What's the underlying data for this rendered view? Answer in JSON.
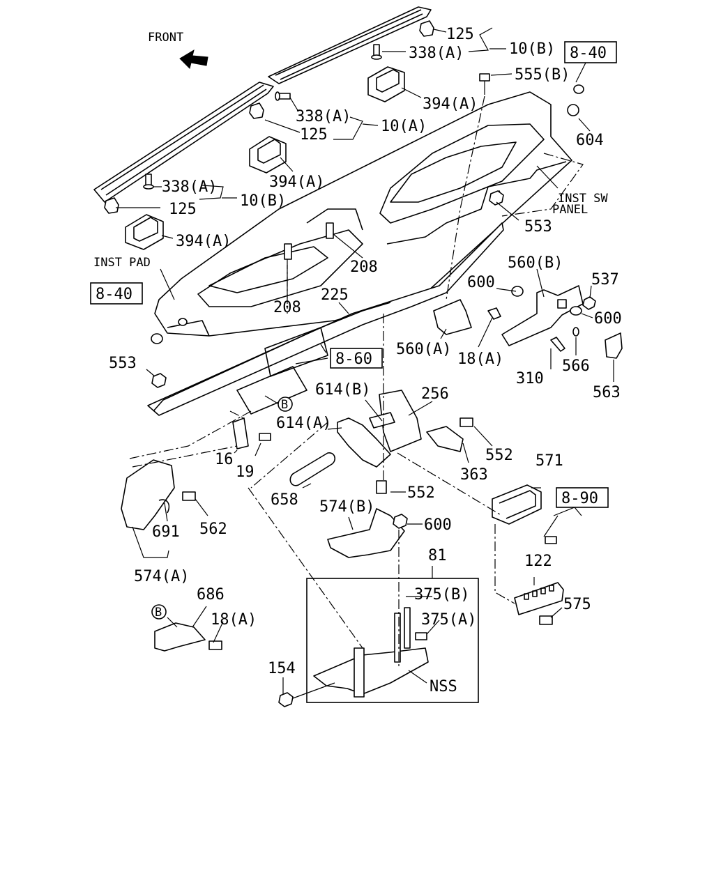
{
  "front_label": "FRONT",
  "refs": {
    "r840a": "8-40",
    "r840b": "8-40",
    "r860": "8-60",
    "r890": "8-90"
  },
  "circle_b": "B",
  "labels": {
    "l125a": "125",
    "l338a": "338(A)",
    "l10b_top": "10(B)",
    "l555b": "555(B)",
    "l394a_top": "394(A)",
    "l338b": "338(A)",
    "l10a": "10(A)",
    "l125b": "125",
    "l604": "604",
    "l394a_mid": "394(A)",
    "l338c": "338(A)",
    "l10b": "10(B)",
    "l125c": "125",
    "l394a_low": "394(A)",
    "inst_sw": "INST SW",
    "panel": "PANEL",
    "l553a": "553",
    "inst_pad": "INST PAD",
    "l208a": "208",
    "l208b": "208",
    "l560b": "560(B)",
    "l537": "537",
    "l600a": "600",
    "l600b": "600",
    "l225": "225",
    "l560a": "560(A)",
    "l18a": "18(A)",
    "l566": "566",
    "l310": "310",
    "l563": "563",
    "l553b": "553",
    "l614b": "614(B)",
    "l256": "256",
    "l614a": "614(A)",
    "l552a": "552",
    "l363": "363",
    "l16": "16",
    "l19": "19",
    "l571": "571",
    "l658": "658",
    "l552b": "552",
    "l574b": "574(B)",
    "l600c": "600",
    "l691": "691",
    "l562": "562",
    "l574a": "574(A)",
    "l81": "81",
    "l122": "122",
    "l375b": "375(B)",
    "l686": "686",
    "l18b": "18(A)",
    "l375a": "375(A)",
    "l575": "575",
    "l154": "154",
    "nss": "NSS"
  }
}
